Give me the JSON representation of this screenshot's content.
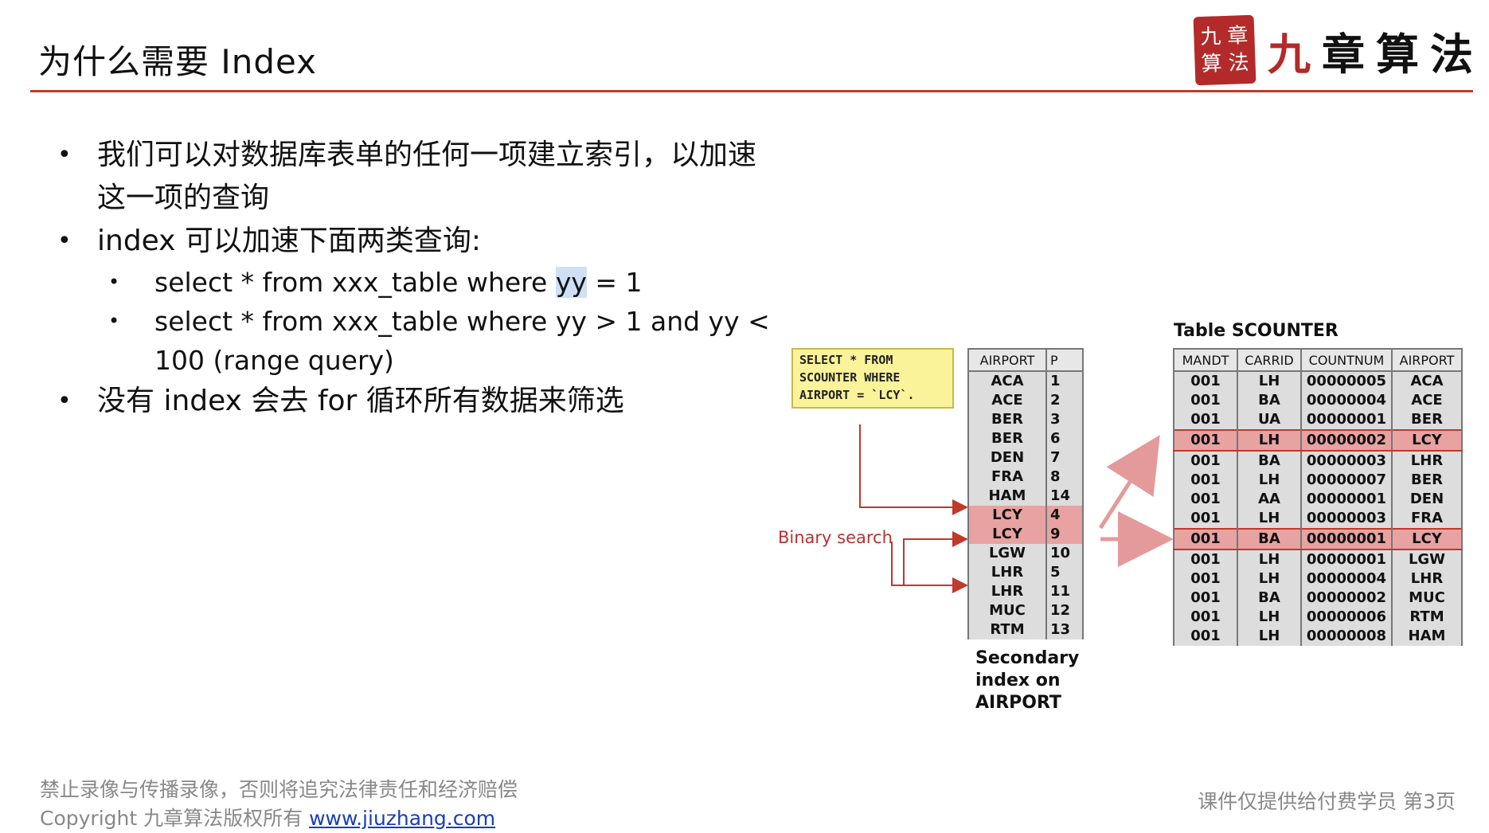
{
  "header": {
    "title": "为什么需要 Index",
    "logo": {
      "seal": [
        "九",
        "章",
        "算",
        "法"
      ],
      "brand_chars": [
        "九",
        "章",
        "算",
        "法"
      ]
    }
  },
  "bullets": [
    {
      "text": "我们可以对数据库表单的任何一项建立索引，以加速这一项的查询"
    },
    {
      "text": "index 可以加速下面两类查询:",
      "sub": [
        {
          "before": "select * from xxx_table where ",
          "highlight": "yy",
          "after": " = 1"
        },
        {
          "text": "select * from xxx_table where yy > 1 and yy < 100  (range query)"
        }
      ]
    },
    {
      "text": "没有 index 会去 for 循环所有数据来筛选"
    }
  ],
  "diagram": {
    "sql_lines": [
      "SELECT * FROM",
      "SCOUNTER WHERE",
      "AIRPORT = `LCY`."
    ],
    "binary_search_label": "Binary search",
    "secondary_index_label": [
      "Secondary",
      "index on",
      "AIRPORT"
    ],
    "table_title": "Table SCOUNTER",
    "index_headers": [
      "AIRPORT",
      "P"
    ],
    "index_rows": [
      [
        "ACA",
        "1"
      ],
      [
        "ACE",
        "2"
      ],
      [
        "BER",
        "3"
      ],
      [
        "BER",
        "6"
      ],
      [
        "DEN",
        "7"
      ],
      [
        "FRA",
        "8"
      ],
      [
        "HAM",
        "14"
      ],
      [
        "LCY",
        "4"
      ],
      [
        "LCY",
        "9"
      ],
      [
        "LGW",
        "10"
      ],
      [
        "LHR",
        "5"
      ],
      [
        "LHR",
        "11"
      ],
      [
        "MUC",
        "12"
      ],
      [
        "RTM",
        "13"
      ]
    ],
    "index_hit_rows": [
      7,
      8
    ],
    "table_headers": [
      "MANDT",
      "CARRID",
      "COUNTNUM",
      "AIRPORT"
    ],
    "table_rows": [
      [
        "001",
        "LH",
        "00000005",
        "ACA"
      ],
      [
        "001",
        "BA",
        "00000004",
        "ACE"
      ],
      [
        "001",
        "UA",
        "00000001",
        "BER"
      ],
      [
        "001",
        "LH",
        "00000002",
        "LCY"
      ],
      [
        "001",
        "BA",
        "00000003",
        "LHR"
      ],
      [
        "001",
        "LH",
        "00000007",
        "BER"
      ],
      [
        "001",
        "AA",
        "00000001",
        "DEN"
      ],
      [
        "001",
        "LH",
        "00000003",
        "FRA"
      ],
      [
        "001",
        "BA",
        "00000001",
        "LCY"
      ],
      [
        "001",
        "LH",
        "00000001",
        "LGW"
      ],
      [
        "001",
        "LH",
        "00000004",
        "LHR"
      ],
      [
        "001",
        "BA",
        "00000002",
        "MUC"
      ],
      [
        "001",
        "LH",
        "00000006",
        "RTM"
      ],
      [
        "001",
        "LH",
        "00000008",
        "HAM"
      ]
    ],
    "table_hit_rows": [
      3,
      8
    ],
    "accent_color": "#c0392b",
    "highlight_color": "#e8a2a2"
  },
  "footer": {
    "line1": "禁止录像与传播录像，否则将追究法律责任和经济赔偿",
    "line2_prefix": "Copyright 九章算法版权所有 ",
    "link": "www.jiuzhang.com",
    "right": "课件仅提供给付费学员 第3页"
  }
}
